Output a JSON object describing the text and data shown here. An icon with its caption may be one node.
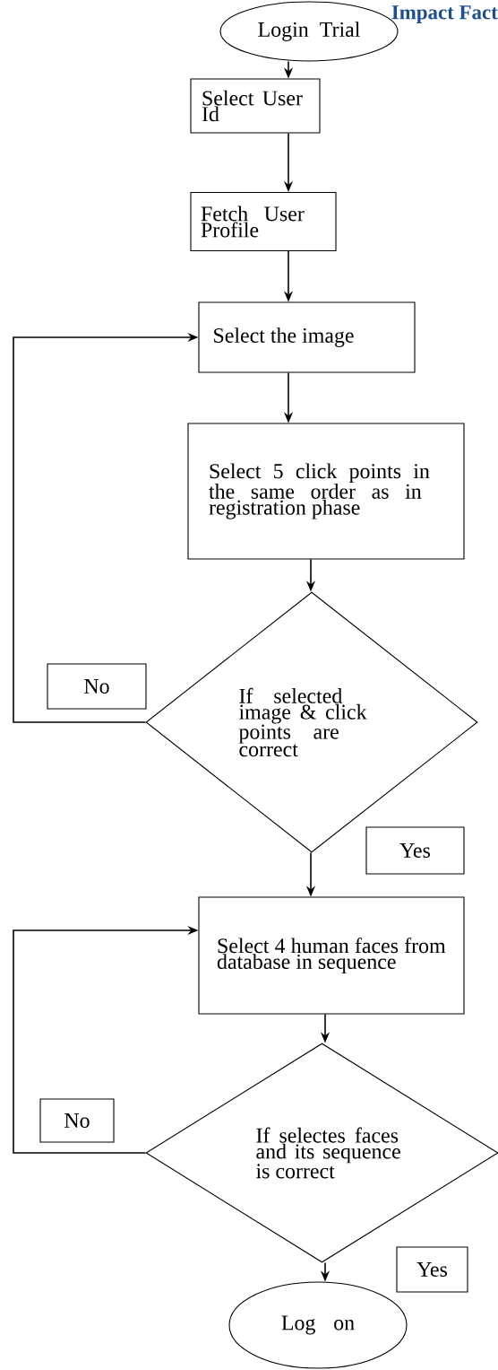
{
  "diagram": {
    "nodes": [
      {
        "text": [
          "Login Trial"
        ]
      },
      {
        "text": [
          "Select User Id"
        ]
      },
      {
        "text": [
          "Fetch User Profile"
        ]
      },
      {
        "text": [
          "Select the image"
        ]
      },
      {
        "text": [
          "Select 5 click points in the same order as in registration phase"
        ]
      },
      {
        "text": [
          "If selected image & click points are correct"
        ]
      },
      {
        "text": [
          "No"
        ]
      },
      {
        "text": [
          "Yes"
        ]
      },
      {
        "text": [
          "Select 4 human faces from database in sequence"
        ]
      },
      {
        "text": [
          "If selectes faces and its sequence is correct"
        ]
      },
      {
        "text": [
          "No"
        ]
      },
      {
        "text": [
          "Yes"
        ]
      },
      {
        "text": [
          "Log on"
        ]
      }
    ],
    "edges": [
      {
        "from": 0,
        "to": 1,
        "arrow": "to"
      },
      {
        "from": 1,
        "to": 2,
        "arrow": "to"
      },
      {
        "from": 2,
        "to": 3,
        "arrow": "to"
      },
      {
        "from": 3,
        "to": 4,
        "arrow": "to"
      },
      {
        "from": 4,
        "to": 5,
        "arrow": "to"
      },
      {
        "from": 5,
        "to": 3,
        "arrow": "to"
      },
      {
        "from": 5,
        "to": 8,
        "arrow": "to"
      },
      {
        "from": 8,
        "to": 9,
        "arrow": "to"
      },
      {
        "from": 9,
        "to": 8,
        "arrow": "to"
      },
      {
        "from": 9,
        "to": 12,
        "arrow": "to"
      }
    ],
    "labels": [
      "Impact Fact"
    ]
  }
}
